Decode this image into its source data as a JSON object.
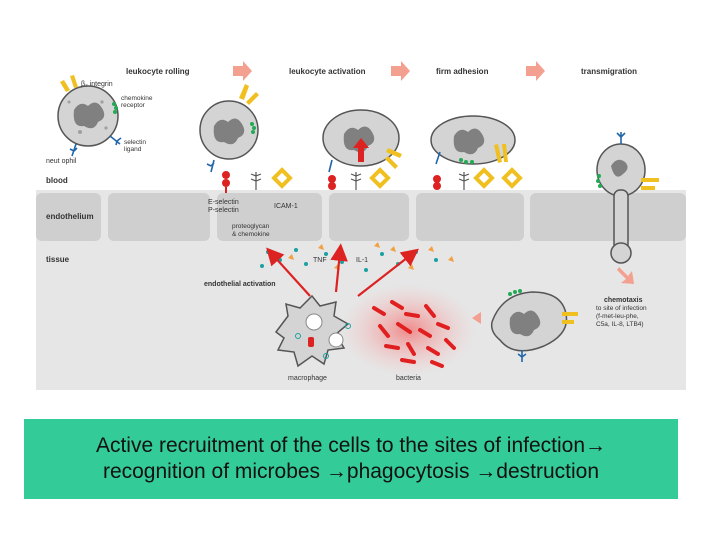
{
  "colors": {
    "tissue": "#e5e5e5",
    "blood": "#ffffff",
    "endothelium": "#cfcfcf",
    "cell": "#d4d4d4",
    "nucleus": "#808080",
    "flow_arrow": "#f4a090",
    "activation_arrow": "#dd2222",
    "bacteria": "#e02020",
    "selectin_ligand": "#2266aa",
    "chemokine_receptor": "#22aa55",
    "integrin": "#f0c020",
    "dots_teal": "#1aa0a0",
    "dots_orange": "#f2a040",
    "caption_bg": "#33cc99"
  },
  "stages": {
    "rolling": "leukocyte rolling",
    "activation": "leukocyte activation",
    "adhesion": "firm adhesion",
    "transmigration": "transmigration"
  },
  "labels": {
    "integrin": "β₂ integrin",
    "chemokine_receptor_1": "chemokine",
    "chemokine_receptor_2": "receptor",
    "selectin_ligand_1": "selectin",
    "selectin_ligand_2": "ligand",
    "neutrophil": "neut ophil",
    "blood": "blood",
    "endothelium": "endothelium",
    "tissue": "tissue",
    "e_selectin": "E-selectin",
    "p_selectin": "P-selectin",
    "icam": "ICAM-1",
    "proteoglycan_1": "proteoglycan",
    "proteoglycan_2": "& chemokine",
    "tnf": "TNF",
    "il1": "IL-1",
    "endothelial_activation": "endothelial activation",
    "macrophage": "macrophage",
    "bacteria": "bacteria",
    "chemotaxis_1": "chemotaxis",
    "chemotaxis_2": "to site of infection",
    "chemotaxis_3": "(f-met-leu-phe,",
    "chemotaxis_4": "C5a, IL-8, LTB4)"
  },
  "caption": {
    "line1": "Active recruitment of the cells to the sites of infection→",
    "line2": "recognition of microbes →phagocytosis →destruction"
  }
}
